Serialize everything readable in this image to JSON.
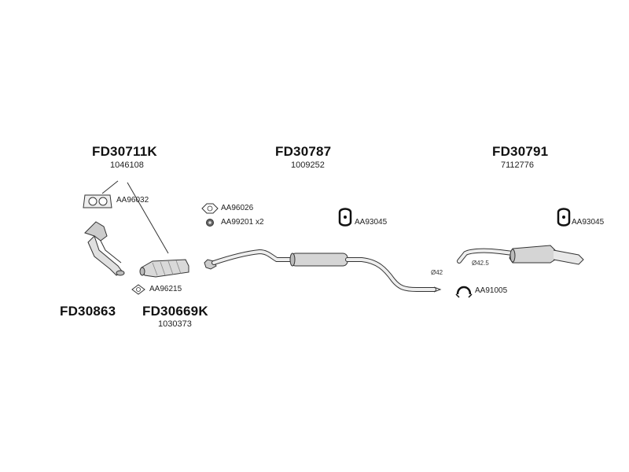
{
  "assemblies": [
    {
      "code": "FD30711K",
      "ref": "1046108"
    },
    {
      "code": "FD30787",
      "ref": "1009252"
    },
    {
      "code": "FD30791",
      "ref": "7112776"
    },
    {
      "code": "FD30863",
      "ref": ""
    },
    {
      "code": "FD30669K",
      "ref": "1030373"
    }
  ],
  "parts": {
    "gasket_manifold": "AA96032",
    "gasket_front": "AA96026",
    "nut_front": "AA99201",
    "nut_qty": "x2",
    "hanger_mid": "AA93045",
    "hanger_rear": "AA93045",
    "gasket_cat": "AA96215",
    "clamp": "AA91005"
  },
  "dimensions": {
    "d1": "Ø42",
    "d2": "Ø42.5"
  },
  "colors": {
    "line": "#333333",
    "fill": "#e6e6e6",
    "fill_dark": "#bdbdbd"
  }
}
